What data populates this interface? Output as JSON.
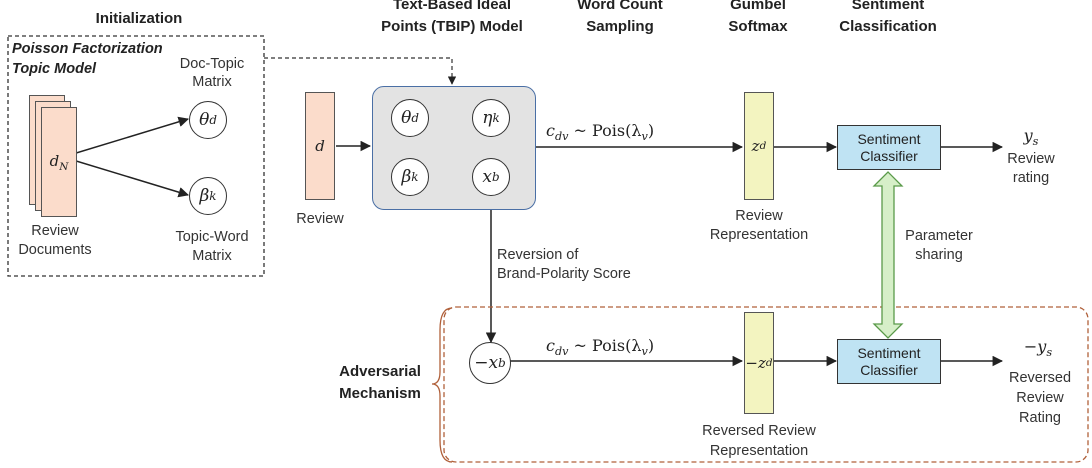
{
  "headers": {
    "initialization": "Initialization",
    "tbip_line1": "Text-Based Ideal",
    "tbip_line2": "Points (TBIP) Model",
    "wcs_line1": "Word Count",
    "wcs_line2": "Sampling",
    "gumbel_line1": "Gumbel",
    "gumbel_line2": "Softmax",
    "sent_line1": "Sentiment",
    "sent_line2": "Classification"
  },
  "init_box": {
    "title_line1": "Poisson Factorization",
    "title_line2": "Topic Model",
    "doc_topic_line1": "Doc-Topic",
    "doc_topic_line2": "Matrix",
    "topic_word_line1": "Topic-Word",
    "topic_word_line2": "Matrix",
    "docs_label_line1": "Review",
    "docs_label_line2": "Documents",
    "doc_symbol": "d",
    "doc_symbol_sub": "N",
    "theta": "θ",
    "theta_sub": "d",
    "beta": "β",
    "beta_sub": "k"
  },
  "review": {
    "symbol": "d",
    "label": "Review"
  },
  "tbip": {
    "theta": "θ",
    "theta_sub": "d",
    "eta": "η",
    "eta_sub": "k",
    "beta": "β",
    "beta_sub": "k",
    "x": "x",
    "x_sub": "b"
  },
  "sampling_formula": {
    "c": "c",
    "c_sub": "dv",
    "rest": " ~ Pois(λ",
    "rest_sub": "v",
    "close": ")"
  },
  "review_rep": {
    "symbol": "z",
    "symbol_sub": "d",
    "label_line1": "Review",
    "label_line2": "Representation"
  },
  "classifier": {
    "line1": "Sentiment",
    "line2": "Classifier"
  },
  "output": {
    "symbol": "y",
    "symbol_sub": "s",
    "label_line1": "Review",
    "label_line2": "rating"
  },
  "parameter_sharing": {
    "line1": "Parameter",
    "line2": "sharing"
  },
  "reversion": {
    "line1": "Reversion of",
    "line2": "Brand-Polarity Score"
  },
  "adversarial": {
    "label_line1": "Adversarial",
    "label_line2": "Mechanism",
    "neg_x": "−x",
    "neg_x_sub": "b",
    "rev_rep_symbol": "−z",
    "rev_rep_sub": "d",
    "rev_rep_label_line1": "Reversed Review",
    "rev_rep_label_line2": "Representation",
    "output_symbol": "−y",
    "output_sub": "s",
    "output_label_line1": "Reversed",
    "output_label_line2": "Review",
    "output_label_line3": "Rating"
  },
  "colors": {
    "doc_fill": "#fbdccb",
    "tbip_fill": "#e3e3e3",
    "tbip_border": "#4a6fa5",
    "rep_fill": "#f3f4c0",
    "classifier_fill": "#bfe3f3",
    "sharing_arrow_fill": "#d6efc8",
    "sharing_arrow_stroke": "#5a9a4a",
    "adversarial_border": "#b0603a"
  }
}
